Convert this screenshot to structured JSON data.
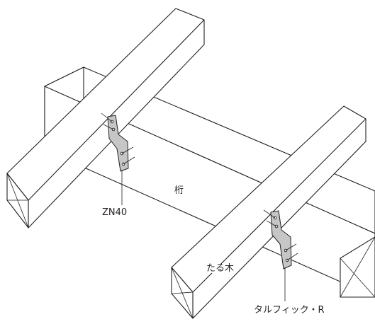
{
  "labels": {
    "beam": "桁",
    "rafter": "たる木",
    "connector_a": "ZN40",
    "connector_b": "タルフィック・R"
  }
}
